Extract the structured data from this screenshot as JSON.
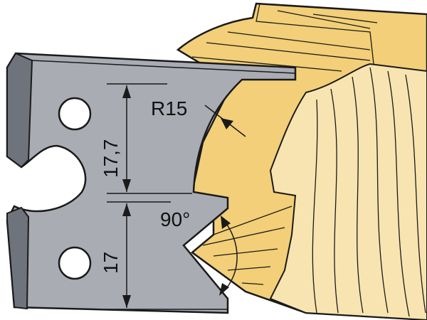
{
  "diagram": {
    "radius_label": "R15",
    "upper_height_label": "17,7",
    "angle_label": "90°",
    "lower_height_label": "17",
    "colors": {
      "knife": "#a9acb3",
      "knife_edge": "#6f737b",
      "wood_dark": "#f2cf78",
      "wood_light": "#f8e4b0",
      "outline": "#1a1a1a"
    }
  }
}
